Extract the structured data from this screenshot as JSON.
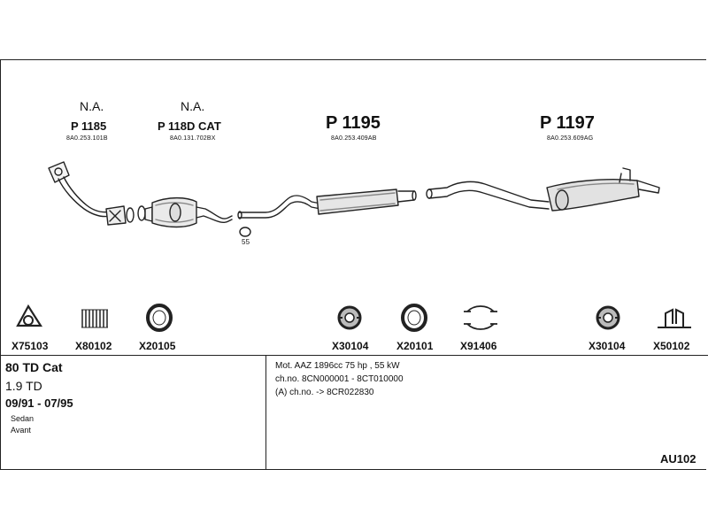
{
  "parts": {
    "front_pipe": {
      "status": "N.A.",
      "number": "P 1185",
      "oem": "8A0.253.101B"
    },
    "catalyst": {
      "status": "N.A.",
      "number": "P 118D CAT",
      "oem": "8A0.131.702BX"
    },
    "middle_silencer": {
      "number": "P 1195",
      "oem": "8A0.253.409AB"
    },
    "rear_silencer": {
      "number": "P 1197",
      "oem": "8A0.253.609AG"
    },
    "ring_size": "55"
  },
  "fittings": [
    {
      "code": "X75103",
      "icon": "gasket-icon"
    },
    {
      "code": "X80102",
      "icon": "spring-icon"
    },
    {
      "code": "X20105",
      "icon": "ring-icon"
    },
    {
      "code": "X30104",
      "icon": "rubber-mount-icon"
    },
    {
      "code": "X20101",
      "icon": "ring-icon"
    },
    {
      "code": "X91406",
      "icon": "clamp-icon"
    },
    {
      "code": "X30104",
      "icon": "rubber-mount-icon"
    },
    {
      "code": "X50102",
      "icon": "bracket-icon"
    }
  ],
  "vehicle": {
    "model": "80 TD Cat",
    "engine": "1.9 TD",
    "dates": "09/91 - 07/95",
    "body1": "Sedan",
    "body2": "Avant"
  },
  "specs": {
    "line1": "Mot. AAZ 1896cc 75 hp , 55 kW",
    "line2": "ch.no. 8CN000001 - 8CT010000",
    "line3": "(A) ch.no. -> 8CR022830"
  },
  "reference": "AU102"
}
